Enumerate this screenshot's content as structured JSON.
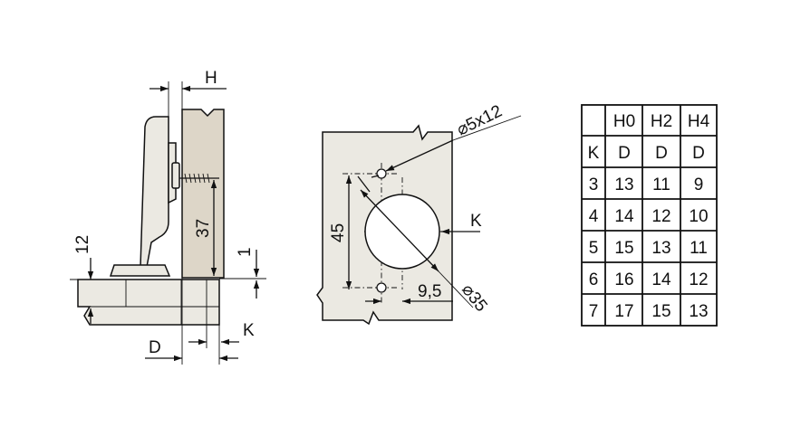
{
  "side_view": {
    "label_H": "H",
    "label_37": "37",
    "label_12": "12",
    "label_1": "1",
    "label_D": "D",
    "label_K": "K"
  },
  "front_view": {
    "label_hole": "⌀5x12",
    "label_45": "45",
    "label_K": "K",
    "label_9_5": "9,5",
    "label_cup": "⌀35"
  },
  "table": {
    "header": [
      "",
      "H0",
      "H2",
      "H4"
    ],
    "subheader": [
      "K",
      "D",
      "D",
      "D"
    ],
    "rows": [
      [
        "3",
        "13",
        "11",
        "9"
      ],
      [
        "4",
        "14",
        "12",
        "10"
      ],
      [
        "5",
        "15",
        "13",
        "11"
      ],
      [
        "6",
        "16",
        "14",
        "12"
      ],
      [
        "7",
        "17",
        "15",
        "13"
      ]
    ]
  }
}
